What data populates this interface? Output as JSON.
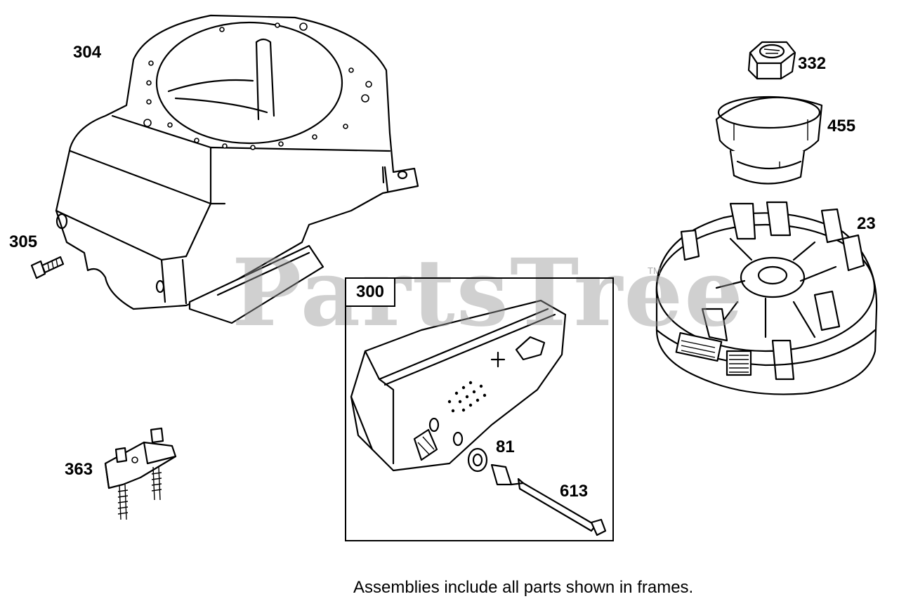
{
  "watermark": {
    "text": "PartsTree",
    "trademark": "TM"
  },
  "frame": {
    "label": "300"
  },
  "callouts": [
    {
      "id": "304",
      "text": "304"
    },
    {
      "id": "305",
      "text": "305"
    },
    {
      "id": "363",
      "text": "363"
    },
    {
      "id": "332",
      "text": "332"
    },
    {
      "id": "455",
      "text": "455"
    },
    {
      "id": "23",
      "text": "23"
    },
    {
      "id": "81",
      "text": "81"
    },
    {
      "id": "613",
      "text": "613"
    }
  ],
  "caption": "Assemblies include all parts shown in frames.",
  "colors": {
    "ink": "#000000",
    "watermark": "#969696",
    "background": "#ffffff"
  }
}
